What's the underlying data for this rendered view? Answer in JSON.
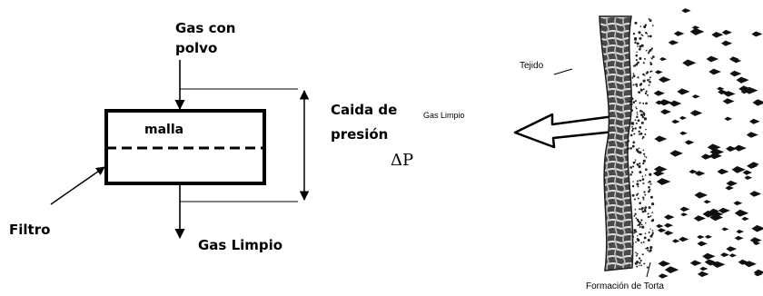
{
  "left_diagram": {
    "inlet_label_line1": "Gas con",
    "inlet_label_line2": "polvo",
    "mesh_label": "malla",
    "pressure_label_line1": "Caida de",
    "pressure_label_line2": "presión",
    "delta_p_symbol": "ΔP",
    "filter_label": "Filtro",
    "outlet_label": "Gas Limpio"
  },
  "right_diagram": {
    "fabric_label": "Tejido",
    "clean_gas_label": "Gas Limpio",
    "cake_label": "Formación de Torta"
  },
  "colors": {
    "ink": "#000000",
    "fabric_dark": "#3a3a3a",
    "fabric_mid": "#6e6e6e",
    "background": "#ffffff"
  }
}
